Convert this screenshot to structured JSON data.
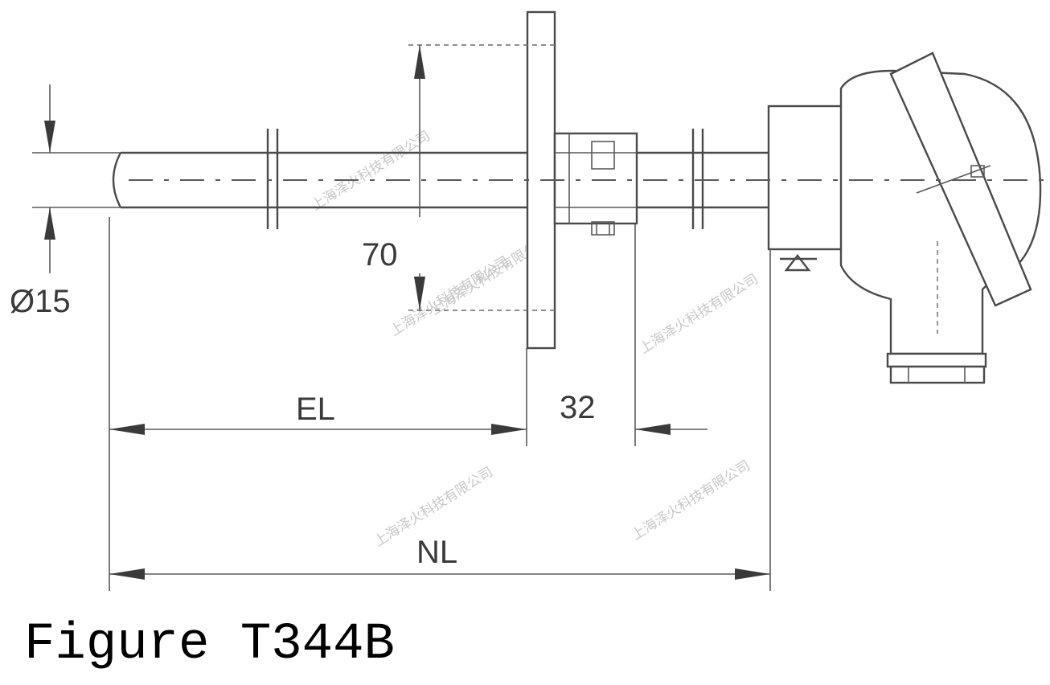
{
  "caption": "Figure T344B",
  "dimensions": {
    "diameter": "Ø15",
    "flange_height": "70",
    "el": "EL",
    "offset": "32",
    "nl": "NL"
  },
  "watermarks": [
    "上海泽火科技有限公司",
    "上海泽火科技有限公司",
    "上海泽火科技有限公司",
    "上海泽火科技有限公司",
    "上海泽火科技有限公司",
    "上海泽火科技有限公司"
  ],
  "colors": {
    "line": "#4a4a4a",
    "text": "#3a3a3a",
    "watermark": "#c8c8c8"
  }
}
